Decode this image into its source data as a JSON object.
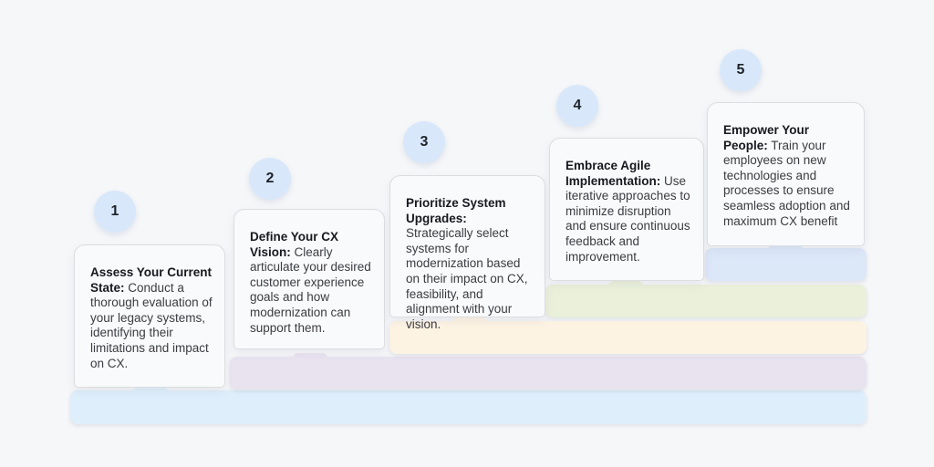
{
  "figure": {
    "background_color": "#f6f7f9",
    "circle_color": "#d8e8fa",
    "text_color": "#3b3c41",
    "title_color": "#17191f"
  },
  "steps": [
    {
      "number": "1",
      "title": "Assess Your Current State:",
      "body": "Conduct a thorough evaluation of your legacy systems, identifying their limitations and impact on CX.",
      "circle_color": "#d8e8fa",
      "bar_color": "#dfeefb"
    },
    {
      "number": "2",
      "title": "Define Your CX Vision:",
      "body": "Clearly articulate your desired customer experience goals and how modernization can support them.",
      "circle_color": "#d8e8fa",
      "bar_color": "#e9e3f0"
    },
    {
      "number": "3",
      "title": "Prioritize System Upgrades:",
      "body": "Strategically select systems for modernization based on their impact on CX, feasibility, and alignment with your vision.",
      "circle_color": "#d8e8fa",
      "bar_color": "#fdf3e3"
    },
    {
      "number": "4",
      "title": "Embrace Agile Implementation:",
      "body": "Use iterative approaches to minimize disruption and ensure continuous feedback and improvement.",
      "circle_color": "#d8e8fa",
      "bar_color": "#eaf0da"
    },
    {
      "number": "5",
      "title": "Empower Your People:",
      "body": "Train your employees on new technologies and processes to ensure seamless adoption and maximum CX benefit",
      "circle_color": "#d8e8fa",
      "bar_color": "#dce7f8"
    }
  ]
}
